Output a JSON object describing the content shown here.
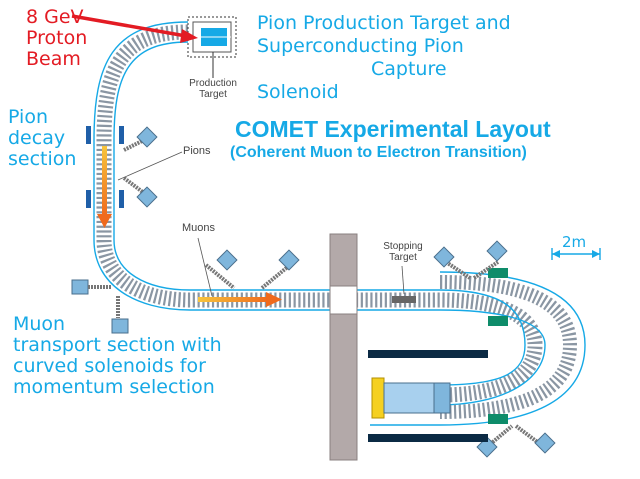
{
  "labels": {
    "proton_beam": [
      "8 GeV",
      "Proton",
      "Beam"
    ],
    "target_solenoid": [
      "Pion Production Target and",
      "Superconducting Pion",
      "Capture",
      "Solenoid"
    ],
    "pion_decay": [
      "Pion",
      "decay",
      "section"
    ],
    "muon_transport": [
      "Muon",
      "transport section with",
      "curved solenoids for",
      "momentum selection"
    ],
    "title": "COMET Experimental Layout",
    "subtitle": "(Coherent Muon to Electron Transition)",
    "production_target": [
      "Production",
      "Target"
    ],
    "pions": "Pions",
    "muons": "Muons",
    "stopping_target": [
      "Stopping",
      "Target"
    ],
    "scale": "2m"
  },
  "colors": {
    "cyan": "#16a9e6",
    "red": "#e31b23",
    "coil_gray": "#8a96a3",
    "magnet_blue": "#7fb6dc",
    "wall": "#b3a9a9",
    "orange": "#f39c1f",
    "teal": "#0e8c6a",
    "yellow": "#f5d020"
  }
}
